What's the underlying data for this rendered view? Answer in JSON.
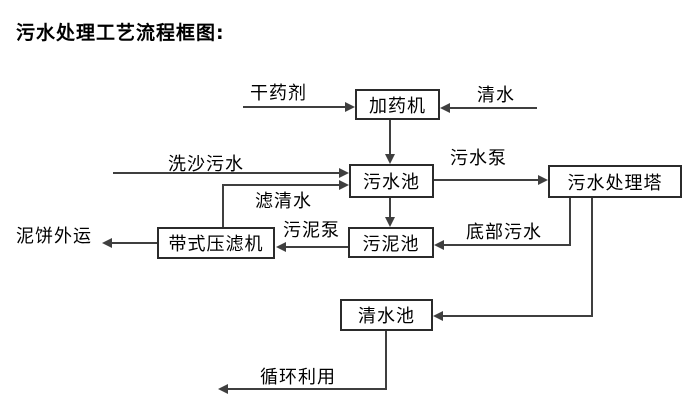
{
  "title": "污水处理工艺流程框图:",
  "nodes": {
    "dosing_machine": {
      "label": "加药机"
    },
    "sewage_pool": {
      "label": "污水池"
    },
    "treatment_tower": {
      "label": "污水处理塔"
    },
    "sludge_pool": {
      "label": "污泥池"
    },
    "belt_filter_press": {
      "label": "带式压滤机"
    },
    "clean_water_pool": {
      "label": "清水池"
    }
  },
  "flow_labels": {
    "dry_agent": "干药剂",
    "clean_water": "清水",
    "sand_wash_sewage": "洗沙污水",
    "filtered_water": "滤清水",
    "sewage_pump": "污水泵",
    "sludge_pump": "污泥泵",
    "bottom_sewage": "底部污水",
    "mud_cake_out": "泥饼外运",
    "recycle": "循环利用"
  },
  "colors": {
    "background": "#ffffff",
    "line": "#3f3f3f",
    "box_border": "#2b2b2b",
    "text": "#000000"
  }
}
